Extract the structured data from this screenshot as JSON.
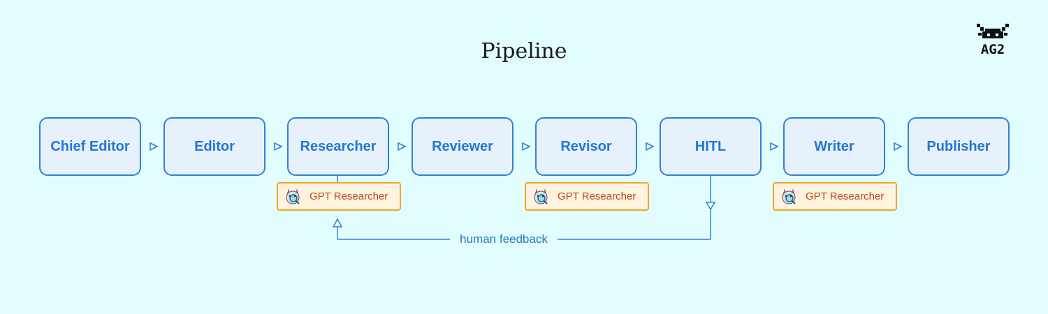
{
  "title": "Pipeline",
  "logo_text": "AG2",
  "nodes": [
    {
      "label": "Chief Editor"
    },
    {
      "label": "Editor"
    },
    {
      "label": "Researcher"
    },
    {
      "label": "Reviewer"
    },
    {
      "label": "Revisor"
    },
    {
      "label": "HITL"
    },
    {
      "label": "Writer"
    },
    {
      "label": "Publisher"
    }
  ],
  "tools": [
    {
      "label": "GPT Researcher",
      "icon": "gpt-researcher-icon"
    },
    {
      "label": "GPT Researcher",
      "icon": "gpt-researcher-icon"
    },
    {
      "label": "GPT Researcher",
      "icon": "gpt-researcher-icon"
    }
  ],
  "feedback_label": "human feedback",
  "colors": {
    "background": "#e2fdfd",
    "node_border": "#2f80d8",
    "node_fill": "#e6f1fb",
    "node_text": "#2476d2",
    "tool_border": "#f0a526",
    "tool_fill": "#fdf3df",
    "tool_text": "#c0451b"
  }
}
